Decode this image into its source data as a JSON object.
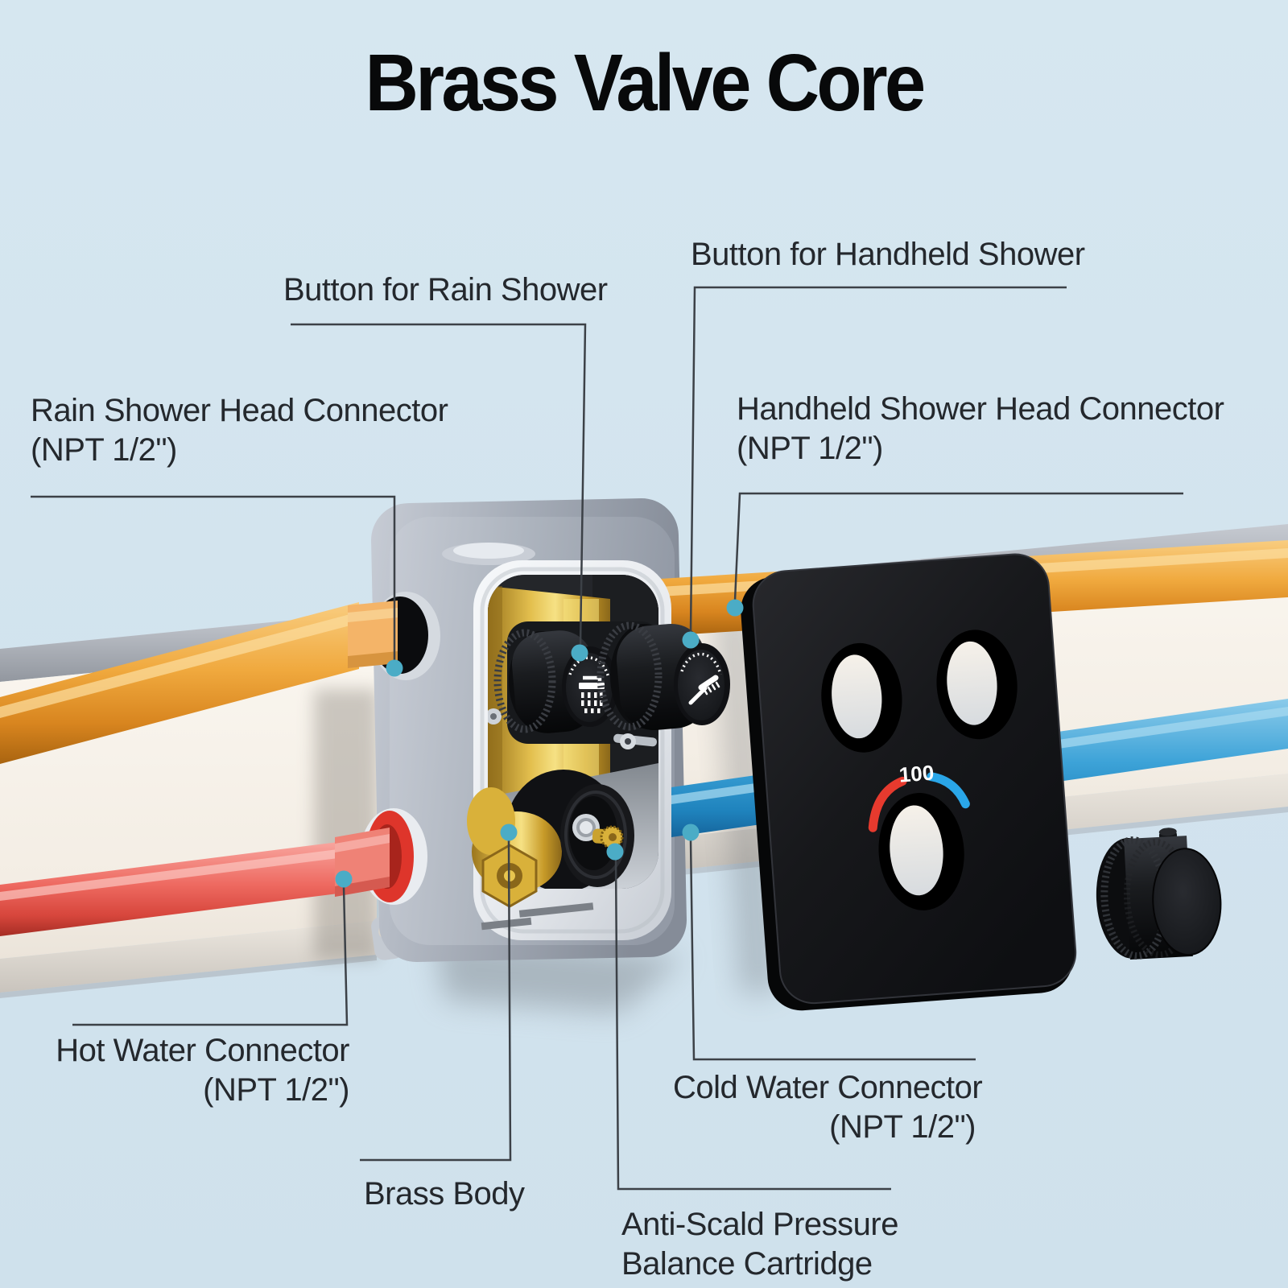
{
  "title": "Brass Valve Core",
  "callouts": {
    "rain_button": {
      "label": "Button for Rain Shower"
    },
    "handheld_button": {
      "label": "Button for Handheld Shower"
    },
    "rain_connector": {
      "label": "Rain Shower Head Connector",
      "spec": "(NPT 1/2\")"
    },
    "handheld_connector": {
      "label": "Handheld Shower Head Connector",
      "spec": "(NPT 1/2\")"
    },
    "hot_connector": {
      "label": "Hot Water Connector",
      "spec": "(NPT 1/2\")"
    },
    "cold_connector": {
      "label": "Cold Water Connector",
      "spec": "(NPT 1/2\")"
    },
    "brass_body": {
      "label": "Brass Body"
    },
    "cartridge": {
      "label": "Anti-Scald Pressure",
      "label2": "Balance Cartridge"
    }
  },
  "gauge": {
    "temperature_max": "100",
    "hot_color": "#e63a2e",
    "cold_color": "#2aa6e8"
  },
  "colors": {
    "background": "#d3e4ee",
    "accent_dot": "#4bacc6",
    "callout_line": "#3c4147",
    "hot_pipe": "#ee6a61",
    "cold_pipe": "#3da3d8",
    "shower_pipe": "#f0a93e",
    "brass": "#e3bf4e",
    "plate": "#17181b"
  }
}
